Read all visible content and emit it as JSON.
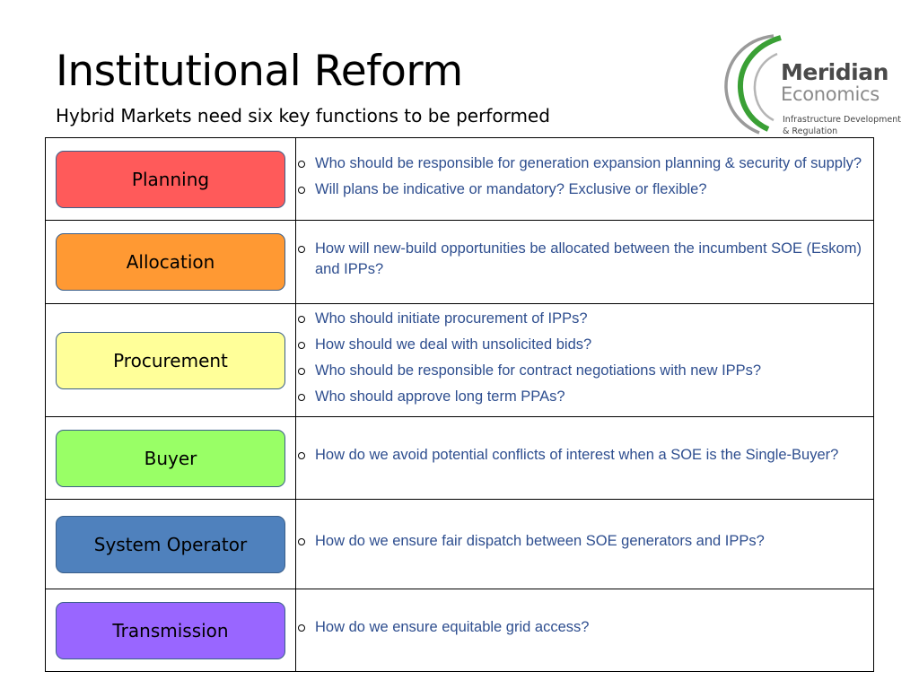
{
  "title": "Institutional Reform",
  "subtitle": "Hybrid Markets need six key functions to be performed",
  "logo": {
    "name_line1": "Meridian",
    "name_line2": "Economics",
    "tagline_line1": "Infrastructure Development",
    "tagline_line2": "& Regulation",
    "colors": {
      "green": "#3aa035",
      "gray": "#8a8a8a"
    }
  },
  "colors": {
    "question_text": "#2e4e8f",
    "pill_border": "#3a5f8a"
  },
  "rows": [
    {
      "label": "Planning",
      "color": "#ff5a5a",
      "questions": [
        "Who should be responsible for generation expansion planning & security of supply?",
        "Will plans be indicative or mandatory? Exclusive or flexible?"
      ]
    },
    {
      "label": "Allocation",
      "color": "#ff9933",
      "questions": [
        "How will new-build opportunities be allocated between the incumbent SOE (Eskom) and IPPs?"
      ]
    },
    {
      "label": "Procurement",
      "color": "#ffff99",
      "questions": [
        "Who should initiate procurement of IPPs?",
        "How should we deal with unsolicited bids?",
        "Who should be responsible for contract negotiations with new IPPs?",
        "Who should approve long term PPAs?"
      ]
    },
    {
      "label": "Buyer",
      "color": "#99ff66",
      "questions": [
        "How do we avoid potential conflicts of interest when a SOE is the Single-Buyer?"
      ]
    },
    {
      "label": "System Operator",
      "color": "#4f81bd",
      "questions": [
        "How do we ensure fair dispatch between SOE generators and IPPs?"
      ]
    },
    {
      "label": "Transmission",
      "color": "#9966ff",
      "questions": [
        "How do we ensure equitable grid access?"
      ]
    }
  ]
}
